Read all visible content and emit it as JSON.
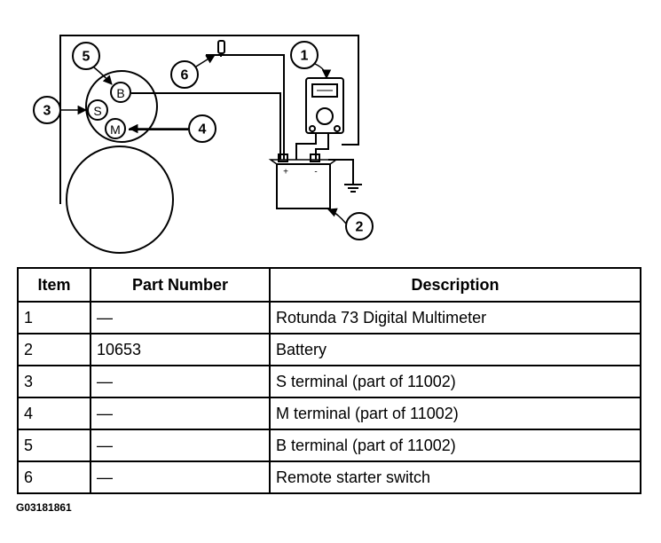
{
  "callouts": [
    {
      "id": "1",
      "label": "1"
    },
    {
      "id": "2",
      "label": "2"
    },
    {
      "id": "3",
      "label": "3"
    },
    {
      "id": "4",
      "label": "4"
    },
    {
      "id": "5",
      "label": "5"
    },
    {
      "id": "6",
      "label": "6"
    }
  ],
  "terminals": {
    "b": "B",
    "s": "S",
    "m": "M"
  },
  "battery": {
    "positive": "+",
    "negative": "-"
  },
  "table": {
    "headers": {
      "item": "Item",
      "part_number": "Part Number",
      "description": "Description"
    },
    "rows": [
      {
        "item": "1",
        "part_number": "—",
        "description": "Rotunda 73 Digital Multimeter"
      },
      {
        "item": "2",
        "part_number": "10653",
        "description": "Battery"
      },
      {
        "item": "3",
        "part_number": "—",
        "description": "S terminal (part of 11002)"
      },
      {
        "item": "4",
        "part_number": "—",
        "description": "M terminal (part of 11002)"
      },
      {
        "item": "5",
        "part_number": "—",
        "description": "B terminal (part of 11002)"
      },
      {
        "item": "6",
        "part_number": "—",
        "description": "Remote starter switch"
      }
    ]
  },
  "caption": "G03181861"
}
